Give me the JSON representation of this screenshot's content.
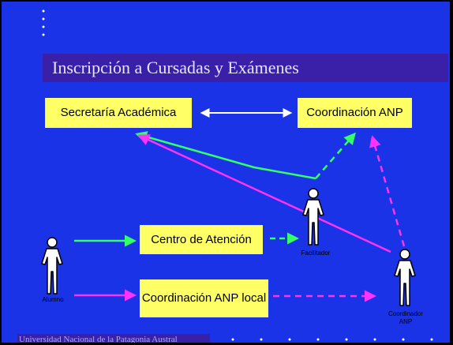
{
  "slide": {
    "title": "Inscripción a Cursadas y Exámenes",
    "footer": "Universidad Nacional de la Patagonia Austral"
  },
  "boxes": {
    "secretaria": "Secretaría Académica",
    "coordinacion": "Coordinación ANP",
    "centro": "Centro de Atención",
    "coordinacion_local": "Coordinación ANP local"
  },
  "actors": {
    "alumno": "Alumno",
    "facilitador": "Facilitador",
    "coordinador_line1": "Coordinador",
    "coordinador_line2": "ANP"
  },
  "colors": {
    "background": "#1a33e6",
    "title_bar": "#3a1fa8",
    "box_fill": "#ffff66",
    "arrow_white": "#ffffff",
    "arrow_green": "#33ff66",
    "arrow_magenta": "#ff33ff"
  },
  "icons": [
    "person-icon"
  ]
}
